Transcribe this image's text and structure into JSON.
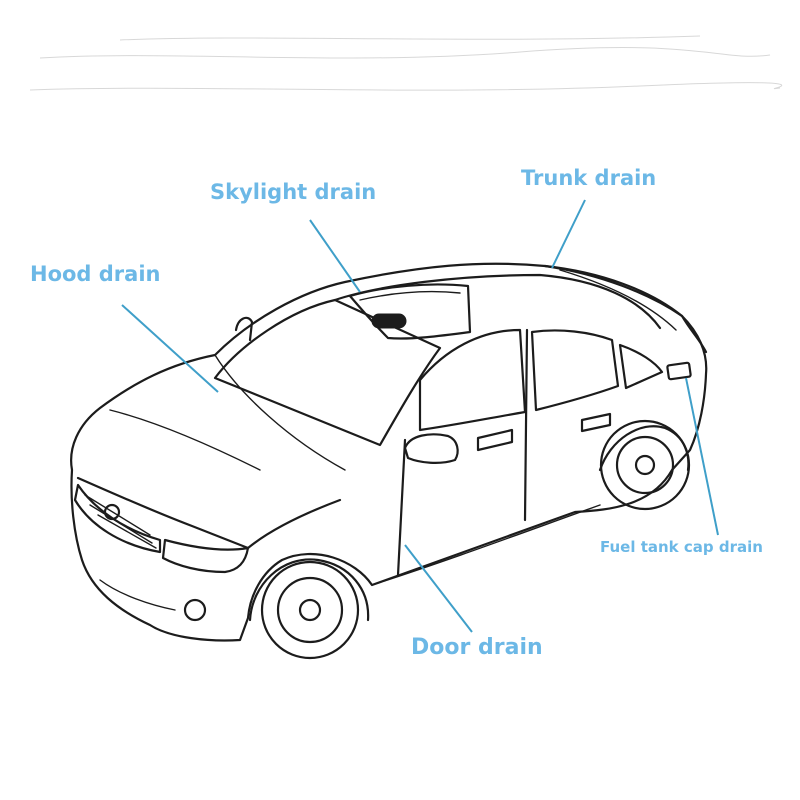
{
  "labels": {
    "skylight_drain": "Skylight drain",
    "trunk_drain": "Trunk drain",
    "hood_drain": "Hood drain",
    "fuel_tank_cap_drain": "Fuel tank cap drain",
    "door_drain": "Door drain"
  },
  "colors": {
    "label_text": "#6cb8e6",
    "leader_line": "#3f9fc9",
    "outline": "#1c1c1c",
    "background": "#ffffff"
  }
}
